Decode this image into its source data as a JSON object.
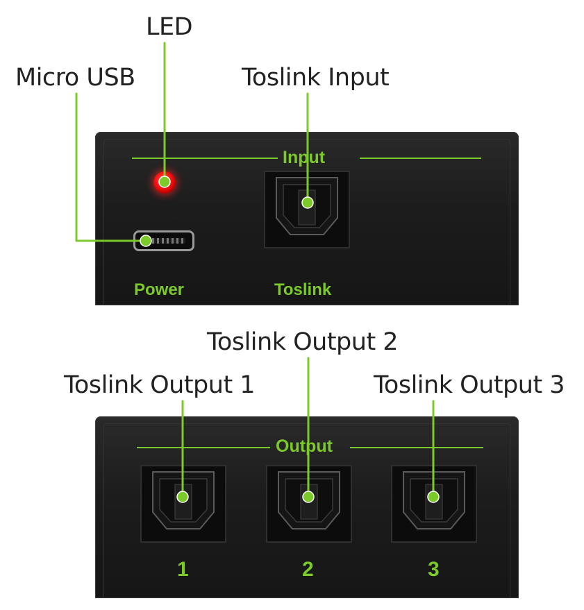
{
  "callouts": {
    "led": "LED",
    "micro_usb": "Micro USB",
    "toslink_input": "Toslink Input",
    "toslink_output_1": "Toslink Output 1",
    "toslink_output_2": "Toslink Output 2",
    "toslink_output_3": "Toslink Output 3"
  },
  "input_panel": {
    "section_label": "Input",
    "power_label": "Power",
    "toslink_label": "Toslink"
  },
  "output_panel": {
    "section_label": "Output",
    "port_numbers": [
      "1",
      "2",
      "3"
    ]
  },
  "colors": {
    "accent": "#7cc92a",
    "led": "#ff1414",
    "panel": "#1c1c1c",
    "callout_text": "#222222"
  },
  "icons": [
    "led-indicator-icon",
    "micro-usb-port-icon",
    "toslink-port-icon"
  ]
}
